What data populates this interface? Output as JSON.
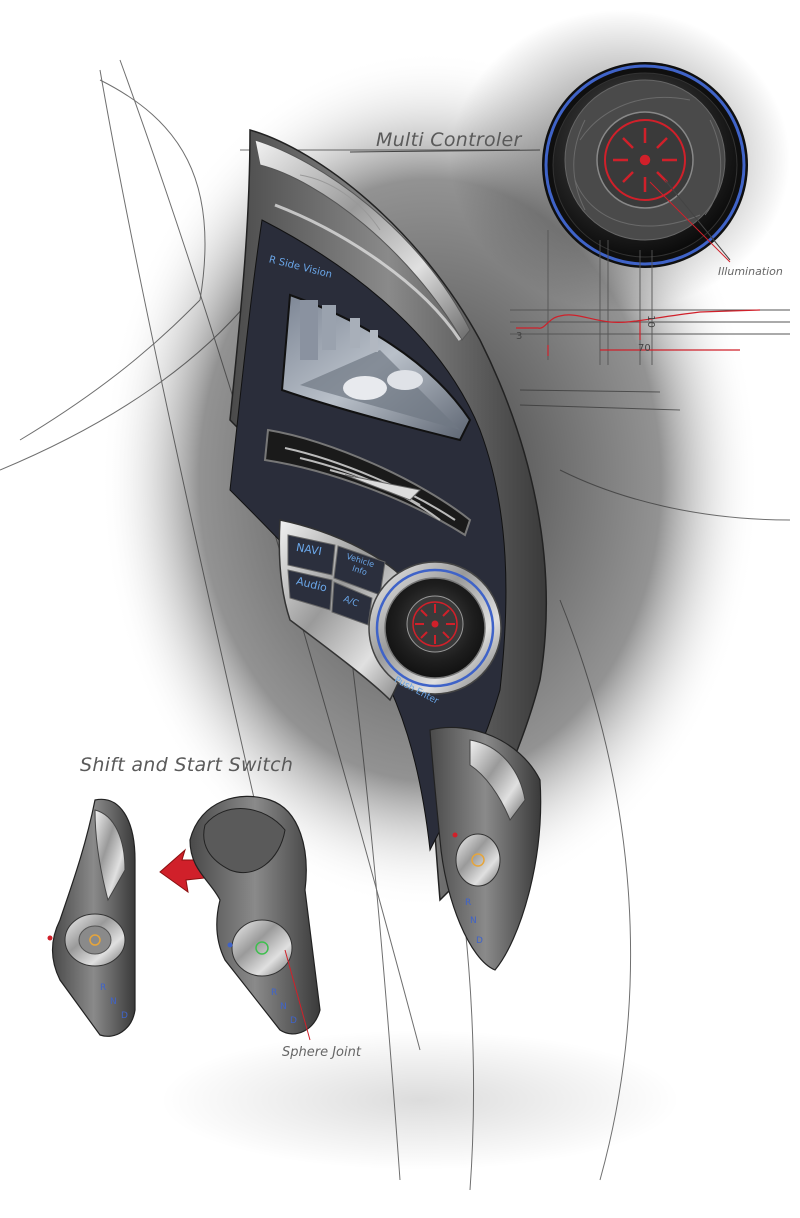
{
  "callouts": {
    "multi_controller": "Multi Controler",
    "illumination": "Illumination",
    "shift_start": "Shift and Start Switch",
    "sphere_joint": "Sphere Joint"
  },
  "screen": {
    "title": "R Side Vision"
  },
  "buttons": {
    "navi": "NAVI",
    "vehicle_info_line1": "Vehicle",
    "vehicle_info_line2": "Info",
    "audio": "Audio",
    "ac": "A/C"
  },
  "controller": {
    "push_label": "Push Enter"
  },
  "gear_letters": [
    "R",
    "N",
    "D"
  ],
  "dimensions": {
    "d1": "3",
    "d2": "10",
    "d3": "70"
  },
  "colors": {
    "accent_blue": "#3f63c8",
    "accent_red": "#d0202a",
    "ui_text_blue": "#6aa6e8",
    "panel_dark": "#2a2d3a",
    "start_amber": "#e6a53b",
    "start_green": "#3fbf4f"
  }
}
